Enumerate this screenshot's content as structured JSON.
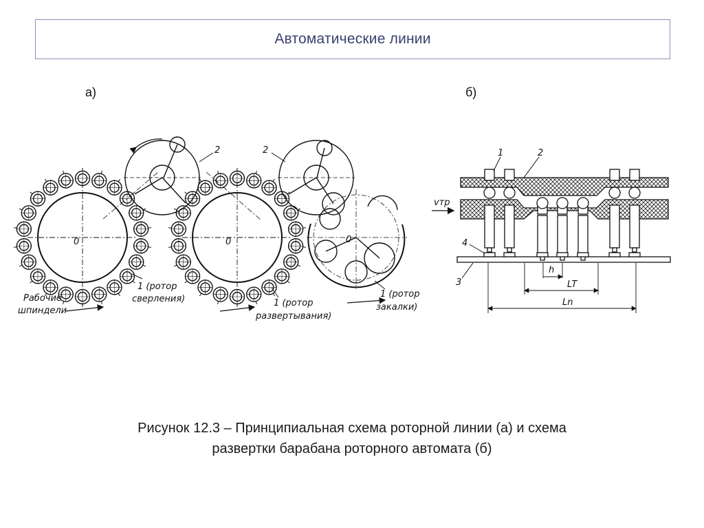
{
  "slide": {
    "title": "Автоматические линии",
    "part_a_label": "а)",
    "part_b_label": "б)",
    "caption_line1": "Рисунок 12.3 – Принципиальная схема роторной линии (а) и схема",
    "caption_line2": "развертки барабана роторного автомата (б)"
  },
  "diagram_a": {
    "center_label": "0",
    "label_2": "2",
    "spindles_line1": "Рабочие",
    "spindles_line2": "шпиндели",
    "rotor1_line1": "1 (ротор",
    "rotor1_line2": "сверления)",
    "rotor2_line1": "1 (ротор",
    "rotor2_line2": "развертывания)",
    "rotor3_line1": "1 (ротор",
    "rotor3_line2": "закалки)"
  },
  "diagram_b": {
    "label_1": "1",
    "label_2": "2",
    "label_3": "3",
    "label_4": "4",
    "velocity": "vтр",
    "dim_h": "h",
    "dim_LT": "LT",
    "dim_Ln": "Ln"
  }
}
